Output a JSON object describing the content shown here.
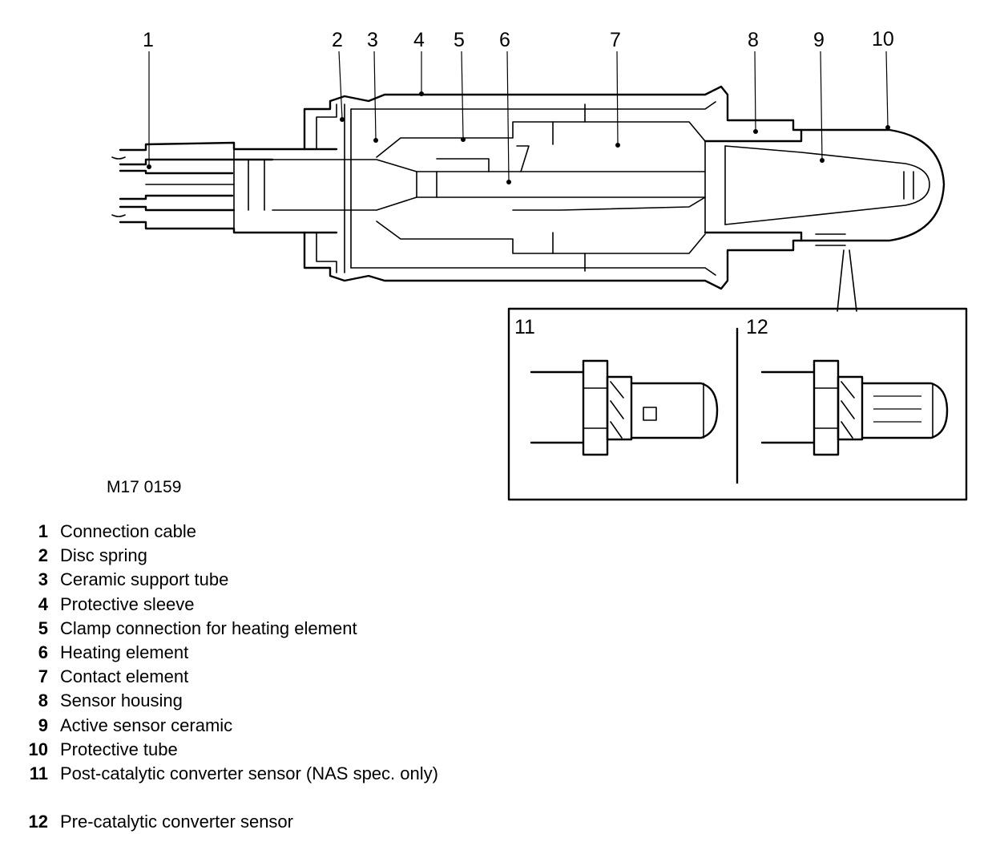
{
  "figure_ref": "M17 0159",
  "callouts": [
    "1",
    "2",
    "3",
    "4",
    "5",
    "6",
    "7",
    "8",
    "9",
    "10",
    "11",
    "12"
  ],
  "legend": [
    {
      "num": "1",
      "text": "Connection cable"
    },
    {
      "num": "2",
      "text": "Disc spring"
    },
    {
      "num": "3",
      "text": "Ceramic support tube"
    },
    {
      "num": "4",
      "text": "Protective sleeve"
    },
    {
      "num": "5",
      "text": "Clamp connection for heating element"
    },
    {
      "num": "6",
      "text": "Heating element"
    },
    {
      "num": "7",
      "text": "Contact element"
    },
    {
      "num": "8",
      "text": "Sensor housing"
    },
    {
      "num": "9",
      "text": "Active sensor ceramic"
    },
    {
      "num": "10",
      "text": "Protective tube"
    },
    {
      "num": "11",
      "text": "Post-catalytic converter sensor (NAS spec. only)"
    },
    {
      "num": "12",
      "text": "Pre-catalytic converter sensor"
    }
  ]
}
